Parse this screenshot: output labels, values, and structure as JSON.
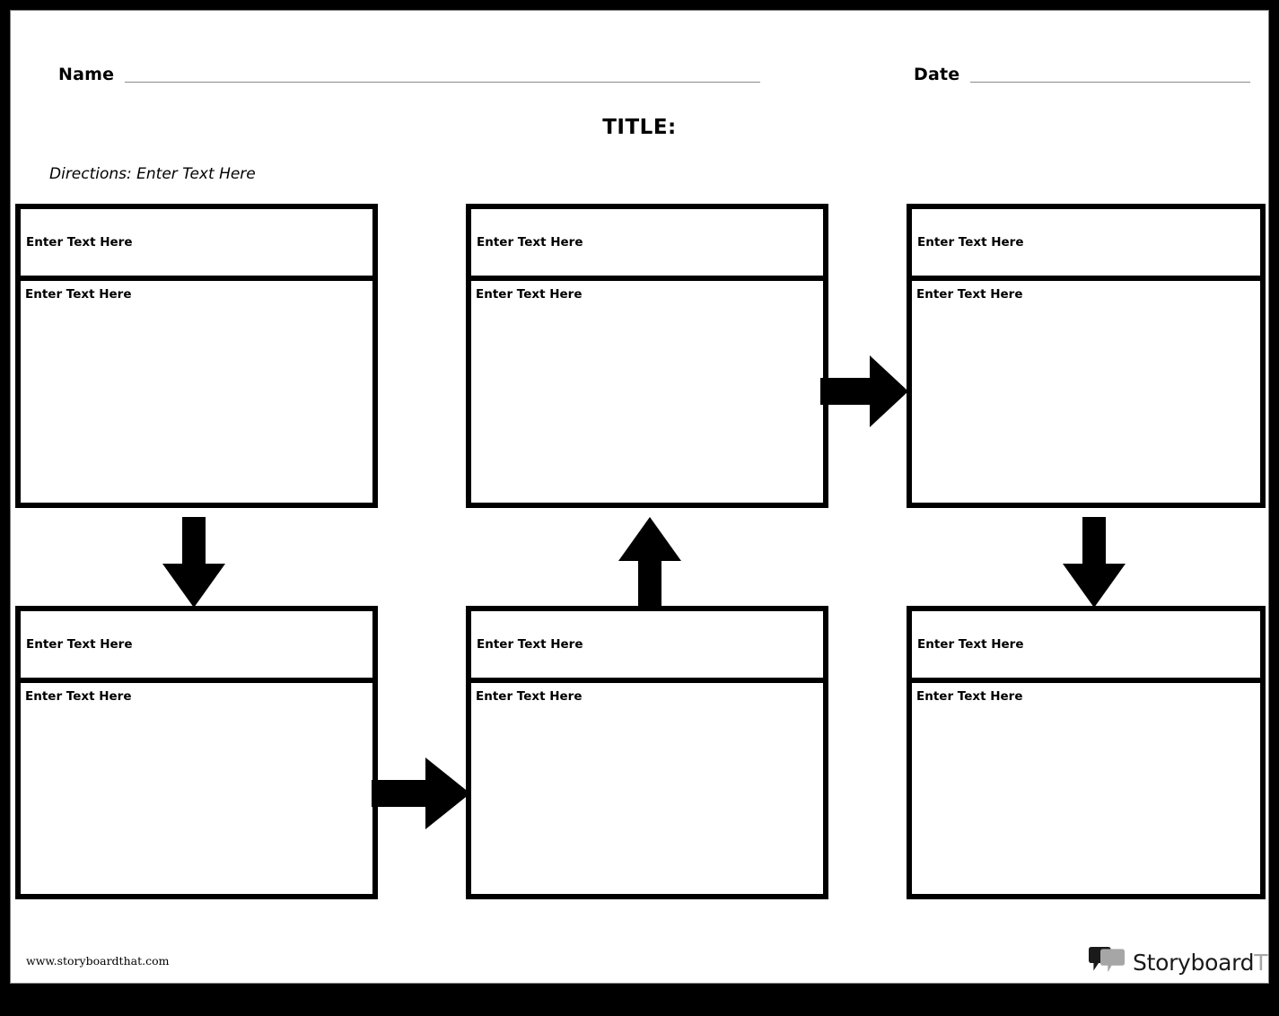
{
  "page": {
    "title_label": "TITLE:",
    "directions": "Directions: Enter Text Here",
    "name_label": "Name",
    "date_label": "Date"
  },
  "cells": [
    {
      "header": "Enter Text Here",
      "body": "Enter Text Here"
    },
    {
      "header": "Enter Text Here",
      "body": "Enter Text Here"
    },
    {
      "header": "Enter Text Here",
      "body": "Enter Text Here"
    },
    {
      "header": "Enter Text Here",
      "body": "Enter Text Here"
    },
    {
      "header": "Enter Text Here",
      "body": "Enter Text Here"
    },
    {
      "header": "Enter Text Here",
      "body": "Enter Text Here"
    }
  ],
  "arrows": [
    {
      "name": "arrow-right-top",
      "direction": "right"
    },
    {
      "name": "arrow-right-bottom",
      "direction": "right"
    },
    {
      "name": "arrow-down-left",
      "direction": "down"
    },
    {
      "name": "arrow-up-middle",
      "direction": "up"
    },
    {
      "name": "arrow-down-right",
      "direction": "down"
    }
  ],
  "footer": {
    "url": "www.storyboardthat.com",
    "brand_primary": "Storyboard",
    "brand_secondary": "That"
  },
  "colors": {
    "ink": "#000000",
    "paper": "#ffffff",
    "rule": "#8a8a8a",
    "brand_dark": "#1a1a1a",
    "brand_light": "#a6a6a6"
  }
}
